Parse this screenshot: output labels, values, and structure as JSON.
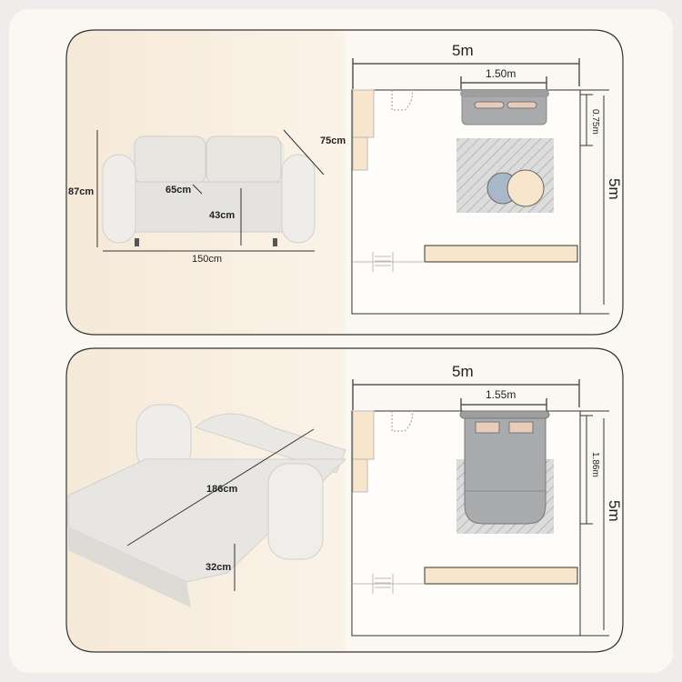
{
  "sofa_mode": {
    "height": "87cm",
    "depth": "75cm",
    "seat_depth": "65cm",
    "seat_height": "43cm",
    "width": "150cm"
  },
  "sofa_plan": {
    "room_width": "5m",
    "room_length": "5m",
    "item_width": "1.50m",
    "item_depth": "0.75m"
  },
  "bed_mode": {
    "length": "186cm",
    "height": "32cm"
  },
  "bed_plan": {
    "room_width": "5m",
    "room_length": "5m",
    "item_width": "1.55m",
    "item_length": "1.86m"
  },
  "colors": {
    "panel_tint": "#f8ecdc",
    "furniture": "#f7e6cc",
    "sofa_gray": "#a9abac",
    "pillow": "#e8cbb8",
    "rug": "#d9d9d9",
    "chair_blue": "#a8b8c8"
  }
}
